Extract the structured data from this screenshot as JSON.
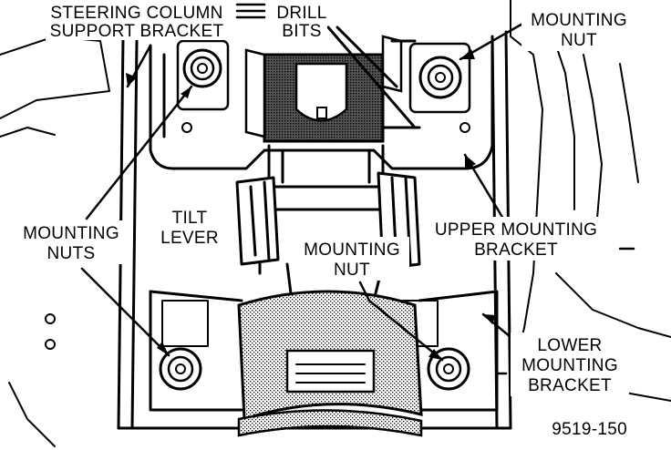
{
  "labels": {
    "steering_column_support_bracket": [
      "STEERING COLUMN",
      "SUPPORT BRACKET"
    ],
    "drill_bits": [
      "DRILL",
      "BITS"
    ],
    "mounting_nut_top": [
      "MOUNTING",
      "NUT"
    ],
    "mounting_nuts_left": [
      "MOUNTING",
      "NUTS"
    ],
    "tilt_lever": [
      "TILT",
      "LEVER"
    ],
    "upper_mounting_bracket": [
      "UPPER MOUNTING",
      "BRACKET"
    ],
    "mounting_nut_middle": [
      "MOUNTING",
      "NUT"
    ],
    "lower_mounting_bracket": [
      "LOWER",
      "MOUNTING",
      "BRACKET"
    ]
  },
  "figure_id": "9519-150",
  "colors": {
    "ink": "#000000",
    "paper": "#ffffff",
    "shade": "#8a8a8a"
  }
}
